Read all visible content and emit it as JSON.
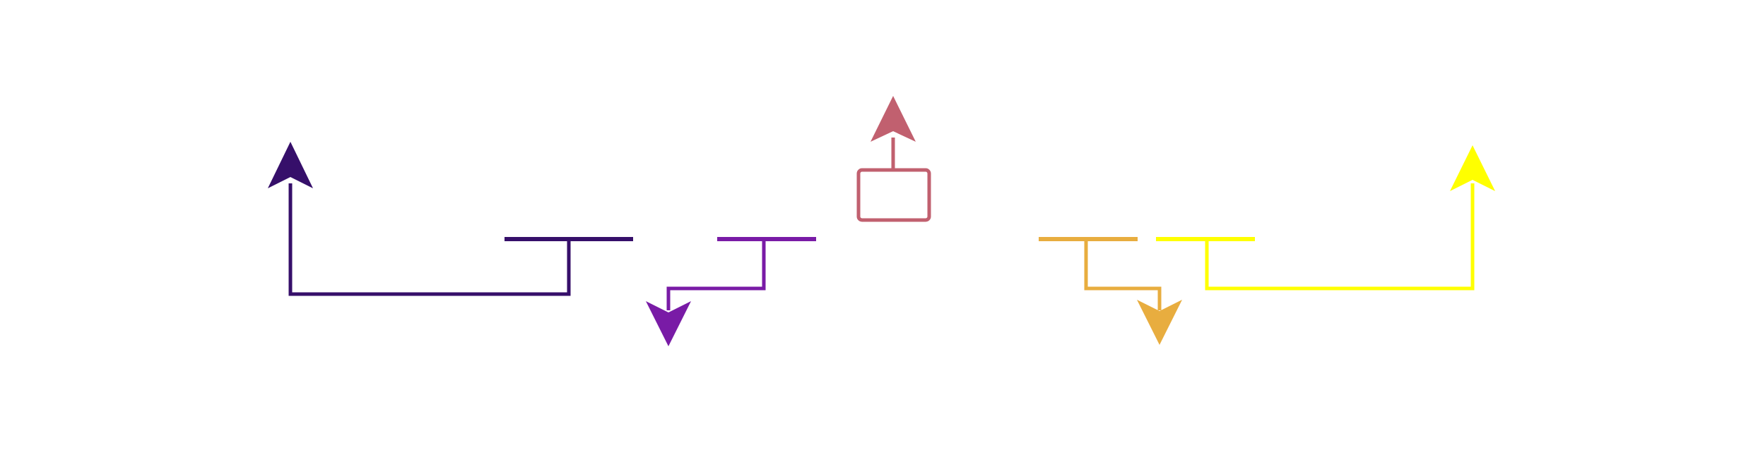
{
  "diagram": {
    "background": "#ffffff",
    "elements": [
      {
        "id": "connector-1",
        "color": "#360f6a",
        "shape": "bar-with-elbow-arrow",
        "arrow_direction": "up"
      },
      {
        "id": "connector-2",
        "color": "#791ba6",
        "shape": "bar-with-elbow-arrow",
        "arrow_direction": "down"
      },
      {
        "id": "connector-3",
        "color": "#c1606f",
        "shape": "box-with-arrow",
        "arrow_direction": "up"
      },
      {
        "id": "connector-4",
        "color": "#e8ad3f",
        "shape": "bar-with-elbow-arrow",
        "arrow_direction": "down"
      },
      {
        "id": "connector-5",
        "color": "#ffff00",
        "shape": "bar-with-elbow-arrow",
        "arrow_direction": "up"
      }
    ]
  }
}
